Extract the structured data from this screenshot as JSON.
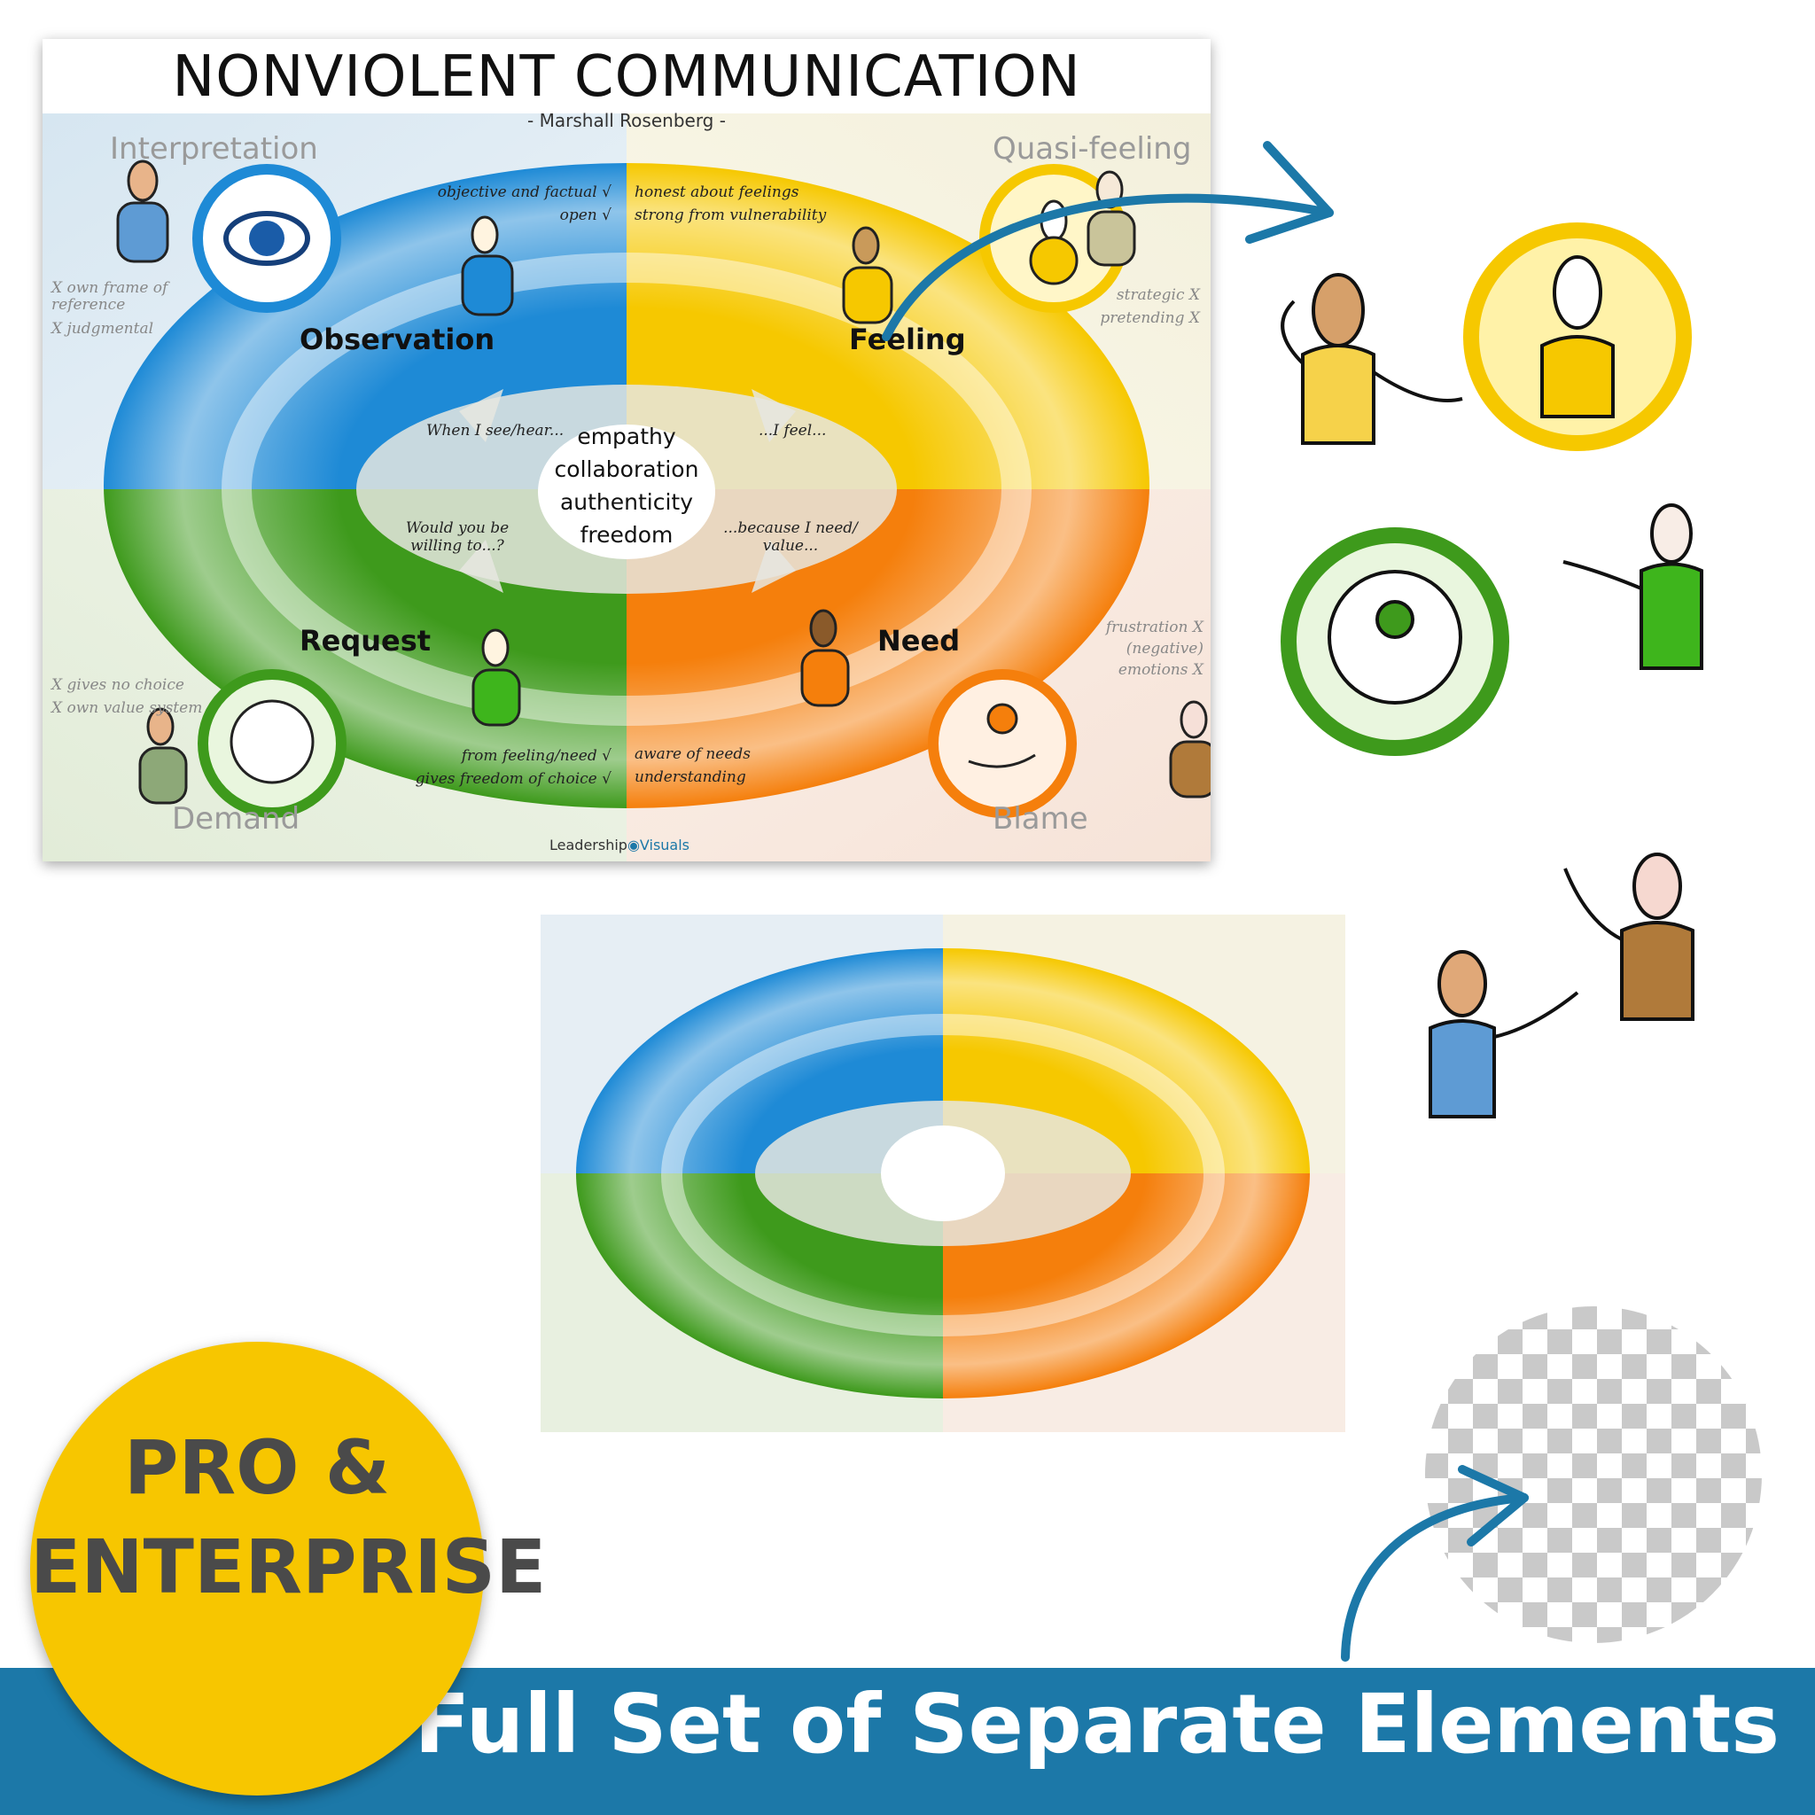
{
  "poster": {
    "title": "NONVIOLENT COMMUNICATION",
    "subtitle": "- Marshall Rosenberg -",
    "brand_left": "Leadership",
    "brand_right": "Visuals",
    "corners": {
      "top_left": "Interpretation",
      "top_right": "Quasi-feeling",
      "bottom_left": "Demand",
      "bottom_right": "Blame"
    },
    "stages": {
      "observation": "Observation",
      "feeling": "Feeling",
      "request": "Request",
      "need": "Need"
    },
    "center_words": [
      "empathy",
      "collaboration",
      "authenticity",
      "freedom"
    ],
    "phrases": {
      "observation": "When I see/hear...",
      "feeling": "...I feel...",
      "request": "Would you be willing to...?",
      "need": "...because I need/ value..."
    },
    "checks": {
      "observation": [
        "objective and factual",
        "open"
      ],
      "feeling": [
        "honest about feelings",
        "strong from vulnerability"
      ],
      "request": [
        "from feeling/need",
        "gives freedom of choice"
      ],
      "need": [
        "aware of needs",
        "understanding"
      ]
    },
    "crosses": {
      "interpretation": [
        "own frame of reference",
        "judgmental"
      ],
      "quasi_feeling": [
        "strategic",
        "pretending"
      ],
      "demand": [
        "gives no choice",
        "own value system"
      ],
      "blame": [
        "frustration",
        "(negative) emotions"
      ]
    },
    "check_mark": "√",
    "cross_mark": "X"
  },
  "badge": {
    "line1": "PRO &",
    "line2": "ENTERPRISE"
  },
  "banner": {
    "text": "Full Set of Separate Elements"
  },
  "colors": {
    "blue": "#1e8ad6",
    "yellow": "#f6c800",
    "green": "#3e9a1c",
    "orange": "#f57f0c",
    "banner": "#1c78a8",
    "badge": "#f7c600",
    "arrow": "#1c78a8"
  }
}
